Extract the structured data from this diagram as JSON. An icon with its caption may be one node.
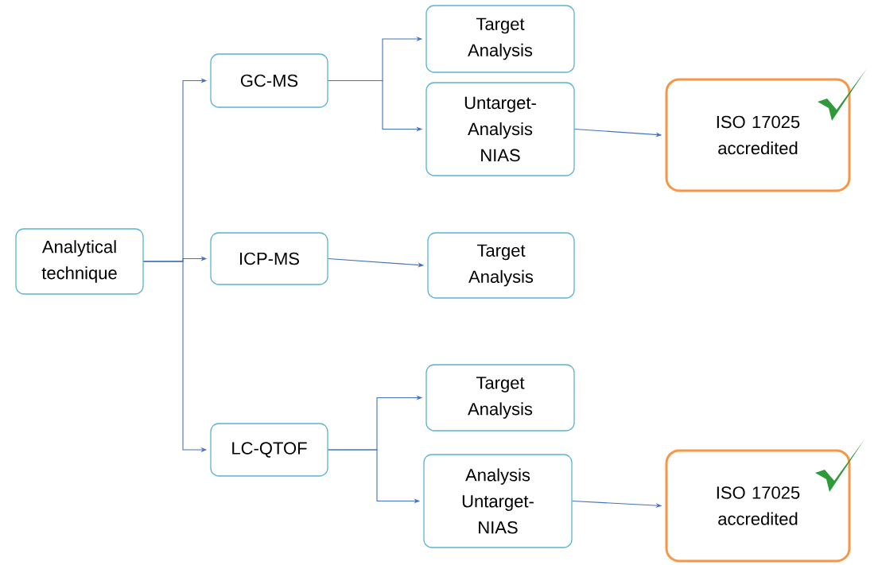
{
  "diagram": {
    "nodes": [
      {
        "text": [
          "Analytical technique"
        ]
      },
      {
        "text": [
          "GC-MS"
        ]
      },
      {
        "text": [
          "ICP-MS"
        ]
      },
      {
        "text": [
          "LC-QTOF"
        ]
      },
      {
        "text": [
          "Target Analysis"
        ]
      },
      {
        "text": [
          "Untarget- Analysis NIAS"
        ]
      },
      {
        "text": [
          "ISO 17025 accredited"
        ]
      },
      {
        "text": [
          "Target Analysis"
        ]
      },
      {
        "text": [
          "Target Analysis"
        ]
      },
      {
        "text": [
          "Analysis Untarget- NIAS"
        ]
      },
      {
        "text": [
          "ISO 17025 accredited"
        ]
      }
    ],
    "edges": [
      {
        "from": 0,
        "to": 1,
        "arrow": "to"
      },
      {
        "from": 0,
        "to": 2,
        "arrow": "to"
      },
      {
        "from": 0,
        "to": 3,
        "arrow": "to"
      },
      {
        "from": 1,
        "to": 4,
        "arrow": "to"
      },
      {
        "from": 1,
        "to": 5,
        "arrow": "to"
      },
      {
        "from": 2,
        "to": 7,
        "arrow": "to"
      },
      {
        "from": 3,
        "to": 8,
        "arrow": "to"
      },
      {
        "from": 3,
        "to": 9,
        "arrow": "to"
      },
      {
        "from": 5,
        "to": 6,
        "arrow": "to"
      },
      {
        "from": 9,
        "to": 10,
        "arrow": "to"
      }
    ]
  }
}
